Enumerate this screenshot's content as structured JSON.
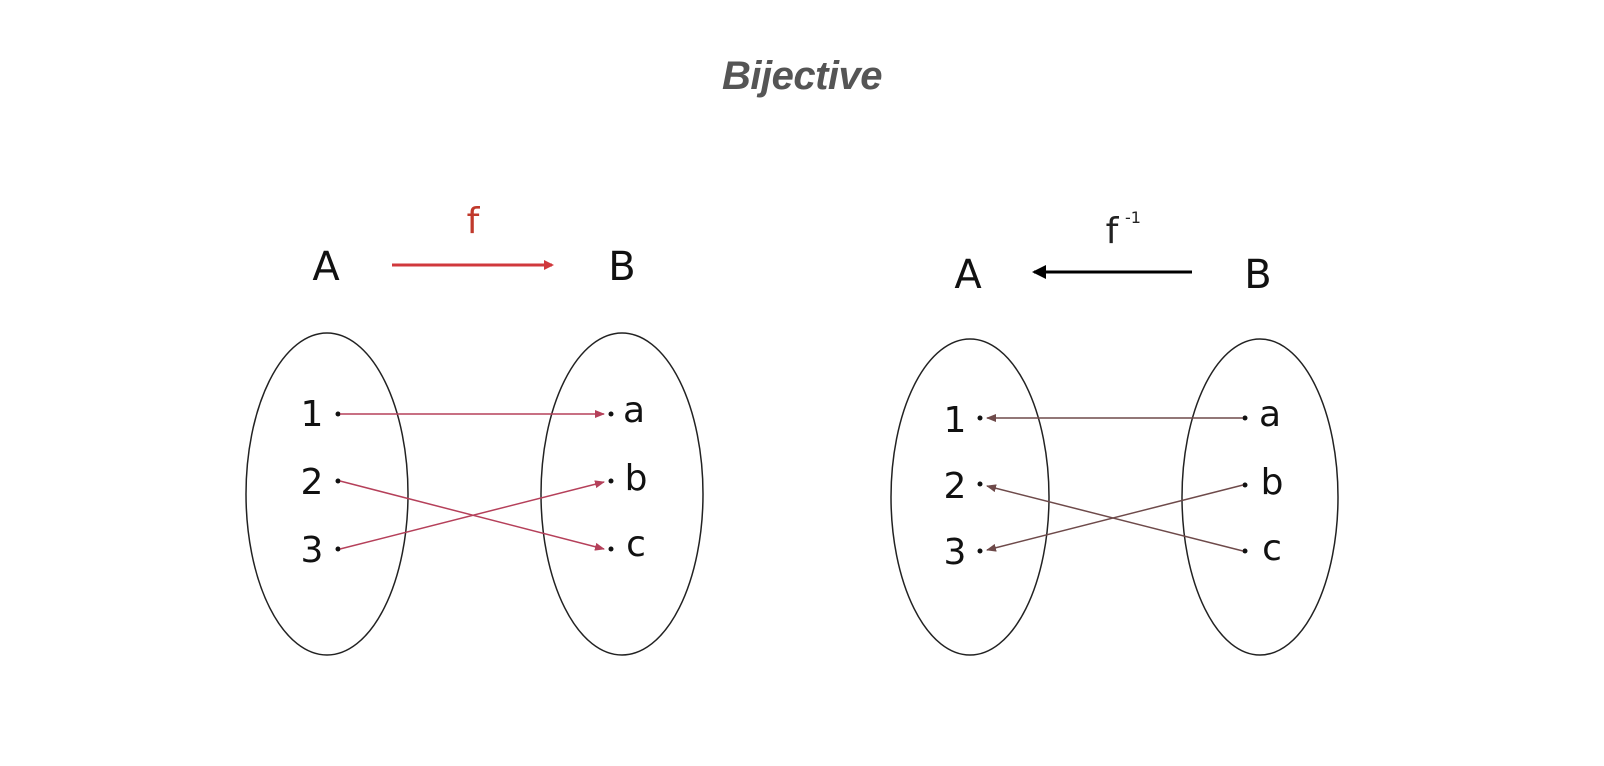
{
  "title": "Bijective",
  "colors": {
    "forward_arrow": "#d0383c",
    "forward_label": "#c0392b",
    "forward_mapping": "#b5405a",
    "inverse_arrow": "#000000",
    "inverse_label": "#222222",
    "inverse_mapping": "#6e4a4a",
    "ellipse_stroke": "#222222"
  },
  "left_diagram": {
    "function_label": "f",
    "domain_label": "A",
    "codomain_label": "B",
    "domain_elements": [
      "1",
      "2",
      "3"
    ],
    "codomain_elements": [
      "a",
      "b",
      "c"
    ],
    "mappings": [
      [
        "1",
        "a"
      ],
      [
        "2",
        "c"
      ],
      [
        "3",
        "b"
      ]
    ]
  },
  "right_diagram": {
    "function_label": "f",
    "function_superscript": "-1",
    "domain_label": "A",
    "codomain_label": "B",
    "domain_elements": [
      "1",
      "2",
      "3"
    ],
    "codomain_elements": [
      "a",
      "b",
      "c"
    ],
    "mappings": [
      [
        "a",
        "1"
      ],
      [
        "c",
        "2"
      ],
      [
        "b",
        "3"
      ]
    ]
  }
}
